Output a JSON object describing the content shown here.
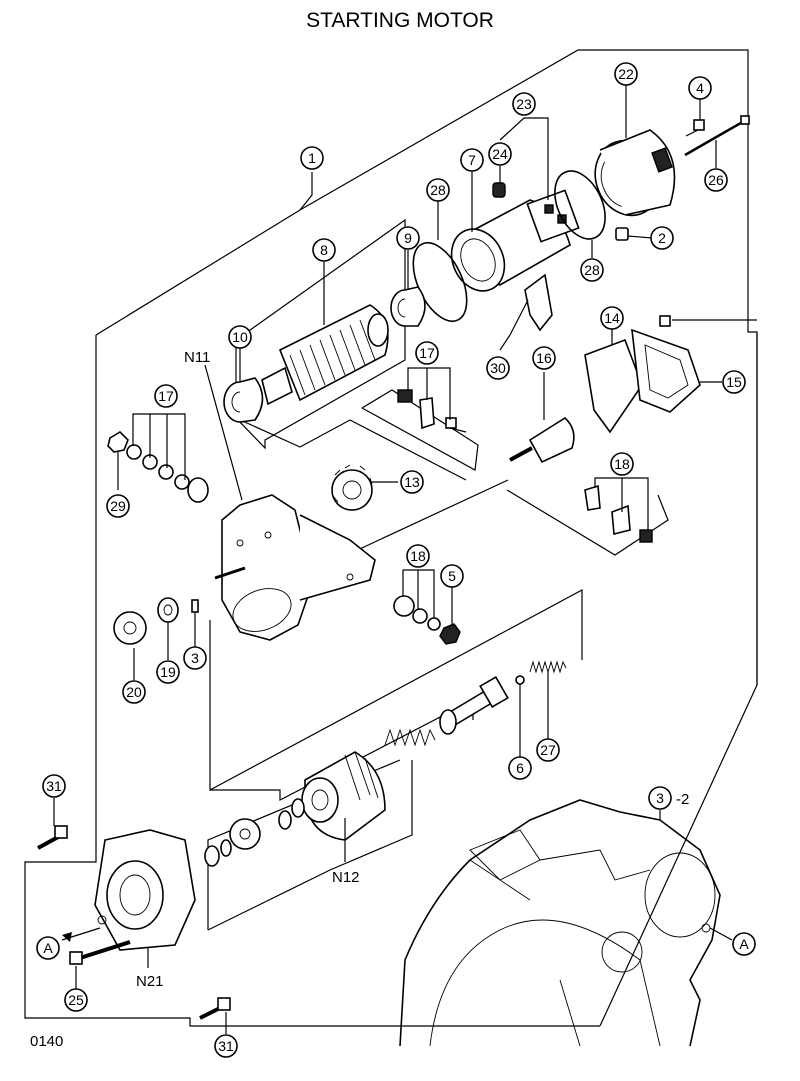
{
  "title": "STARTING MOTOR",
  "page_code": "0140",
  "callouts": {
    "c1": "1",
    "c2": "2",
    "c3": "3",
    "c4": "4",
    "c5": "5",
    "c6": "6",
    "c7": "7",
    "c8": "8",
    "c9": "9",
    "c10": "10",
    "c13": "13",
    "c14": "14",
    "c15": "15",
    "c16": "16",
    "c17a": "17",
    "c17b": "17",
    "c18a": "18",
    "c18b": "18",
    "c19": "19",
    "c20": "20",
    "c22": "22",
    "c23": "23",
    "c24": "24",
    "c26": "26",
    "c27": "27",
    "c28a": "28",
    "c28b": "28",
    "c29": "29",
    "c30": "30",
    "c31a": "31",
    "c31b": "31",
    "c25": "25",
    "c32": "3"
  },
  "text_labels": {
    "n11": "N11",
    "n12": "N12",
    "n21": "N21",
    "ref_suffix": "-2",
    "refA_left": "A",
    "refA_right": "A"
  }
}
